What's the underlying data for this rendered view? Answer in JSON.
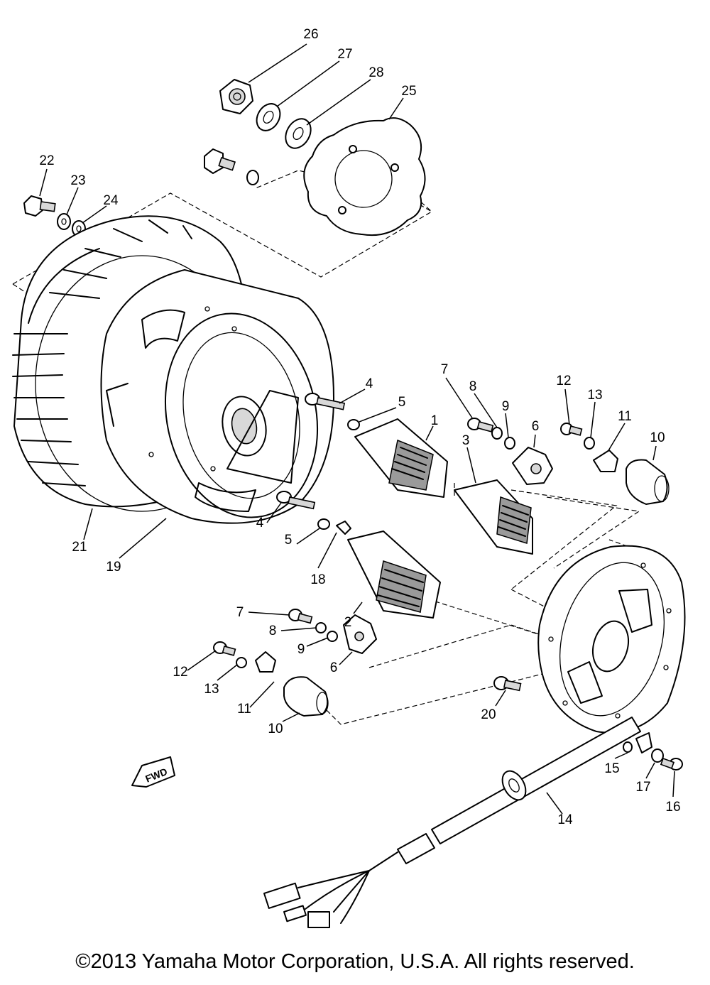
{
  "diagram": {
    "part_labels": [
      {
        "id": "lbl-26",
        "text": "26"
      },
      {
        "id": "lbl-27",
        "text": "27"
      },
      {
        "id": "lbl-28",
        "text": "28"
      },
      {
        "id": "lbl-25",
        "text": "25"
      },
      {
        "id": "lbl-22",
        "text": "22"
      },
      {
        "id": "lbl-23",
        "text": "23"
      },
      {
        "id": "lbl-24",
        "text": "24"
      },
      {
        "id": "lbl-4a",
        "text": "4"
      },
      {
        "id": "lbl-5a",
        "text": "5"
      },
      {
        "id": "lbl-1",
        "text": "1"
      },
      {
        "id": "lbl-7a",
        "text": "7"
      },
      {
        "id": "lbl-8a",
        "text": "8"
      },
      {
        "id": "lbl-9a",
        "text": "9"
      },
      {
        "id": "lbl-6a",
        "text": "6"
      },
      {
        "id": "lbl-3",
        "text": "3"
      },
      {
        "id": "lbl-12a",
        "text": "12"
      },
      {
        "id": "lbl-13a",
        "text": "13"
      },
      {
        "id": "lbl-11a",
        "text": "11"
      },
      {
        "id": "lbl-10a",
        "text": "10"
      },
      {
        "id": "lbl-4b",
        "text": "4"
      },
      {
        "id": "lbl-5b",
        "text": "5"
      },
      {
        "id": "lbl-18",
        "text": "18"
      },
      {
        "id": "lbl-2",
        "text": "2"
      },
      {
        "id": "lbl-21",
        "text": "21"
      },
      {
        "id": "lbl-19",
        "text": "19"
      },
      {
        "id": "lbl-7b",
        "text": "7"
      },
      {
        "id": "lbl-8b",
        "text": "8"
      },
      {
        "id": "lbl-9b",
        "text": "9"
      },
      {
        "id": "lbl-6b",
        "text": "6"
      },
      {
        "id": "lbl-12b",
        "text": "12"
      },
      {
        "id": "lbl-13b",
        "text": "13"
      },
      {
        "id": "lbl-11b",
        "text": "11"
      },
      {
        "id": "lbl-10b",
        "text": "10"
      },
      {
        "id": "lbl-20",
        "text": "20"
      },
      {
        "id": "lbl-15",
        "text": "15"
      },
      {
        "id": "lbl-17",
        "text": "17"
      },
      {
        "id": "lbl-16",
        "text": "16"
      },
      {
        "id": "lbl-14",
        "text": "14"
      }
    ],
    "fwd_marker": "FWD"
  },
  "footer": {
    "copyright": "©2013 Yamaha Motor Corporation, U.S.A. All rights reserved."
  }
}
